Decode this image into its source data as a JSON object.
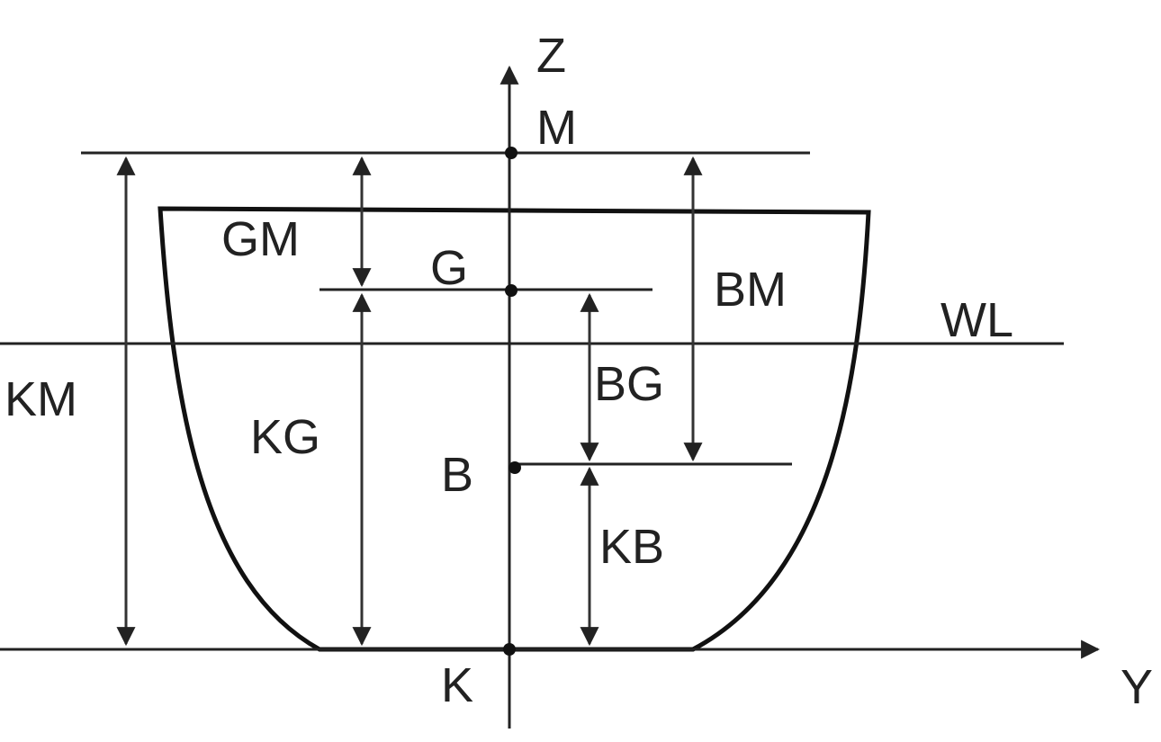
{
  "axes": {
    "z": "Z",
    "y": "Y"
  },
  "points": {
    "m": "M",
    "g": "G",
    "b": "B",
    "k": "K"
  },
  "dimensions": {
    "gm": "GM",
    "bm": "BM",
    "km": "KM",
    "kg": "KG",
    "bg": "BG",
    "kb": "KB"
  },
  "waterline": "WL"
}
